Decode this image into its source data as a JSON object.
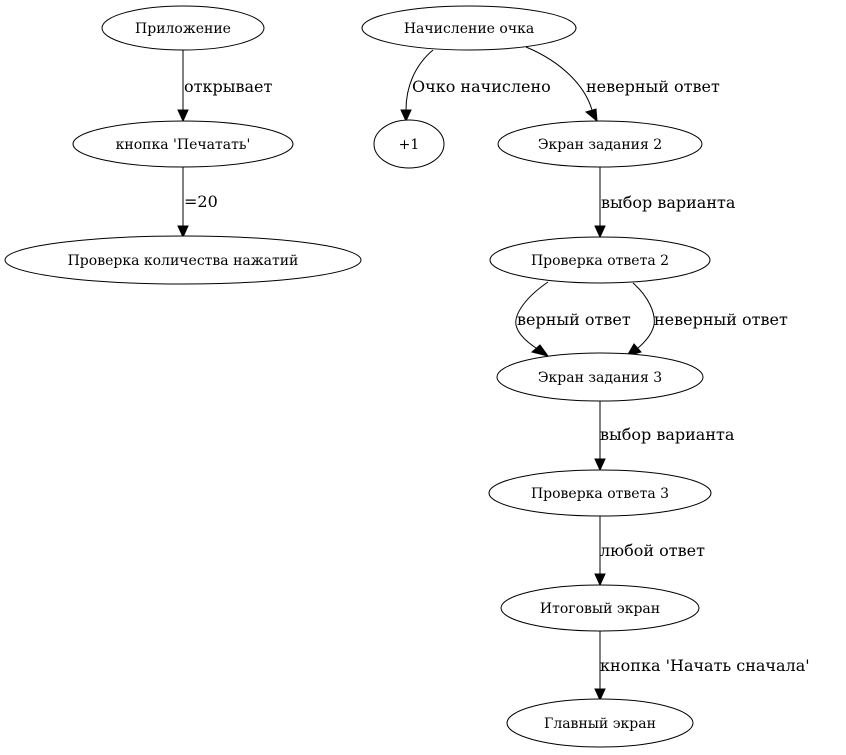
{
  "nodes": {
    "app": "Приложение",
    "print_button": "кнопка 'Печатать'",
    "press_count_check": "Проверка количества нажатий",
    "point_award": "Начисление очка",
    "plus_one": "+1",
    "task_screen_2": "Экран задания 2",
    "answer_check_2": "Проверка ответа 2",
    "task_screen_3": "Экран задания 3",
    "answer_check_3": "Проверка ответа 3",
    "final_screen": "Итоговый экран",
    "main_screen": "Главный экран"
  },
  "edges": {
    "app_to_print": "открывает",
    "print_to_count": "=20",
    "award_to_plus": "Очко начислено",
    "award_to_task2": "неверный ответ",
    "task2_to_check2": "выбор варианта",
    "check2_to_task3_correct": "верный ответ",
    "check2_to_task3_wrong": "неверный ответ",
    "task3_to_check3": "выбор варианта",
    "check3_to_final": "любой ответ",
    "final_to_main": "кнопка 'Начать сначала'"
  }
}
